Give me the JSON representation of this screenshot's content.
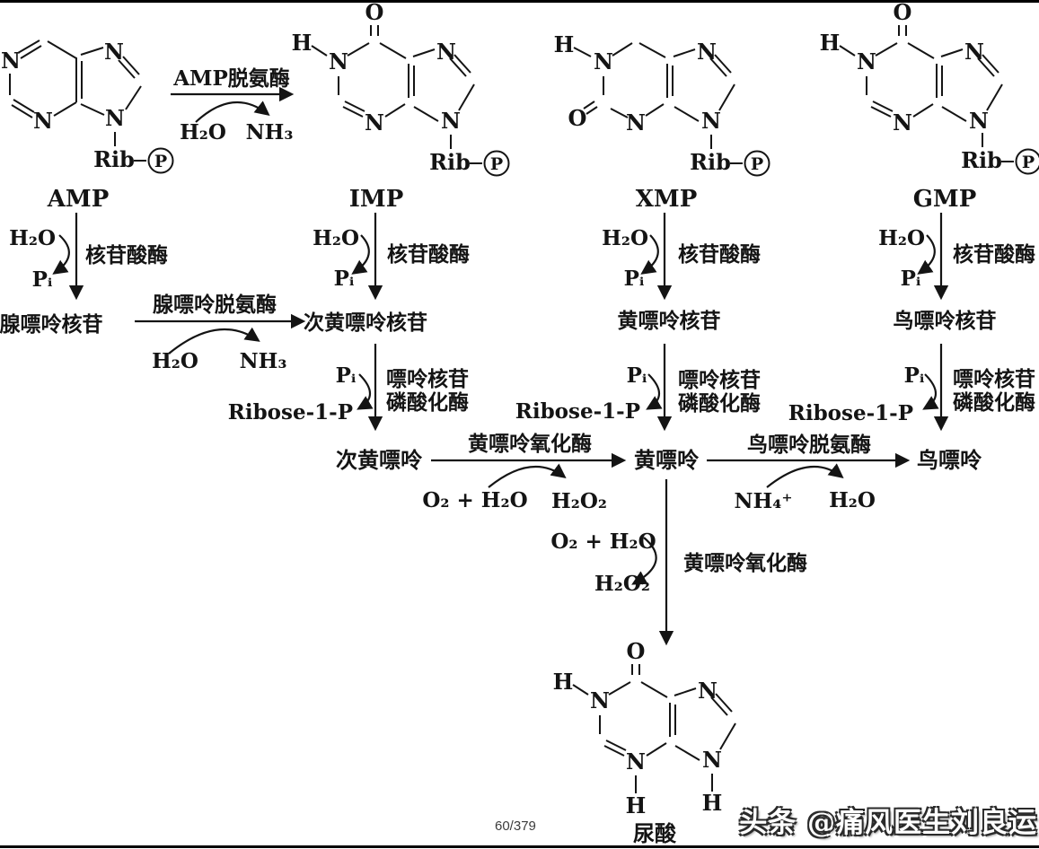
{
  "diagram": {
    "atoms": {
      "n": "N",
      "o": "O",
      "h": "H",
      "p": "P",
      "rib": "Rib"
    },
    "nucleotides": {
      "amp": "AMP",
      "imp": "IMP",
      "xmp": "XMP",
      "gmp": "GMP"
    },
    "molecules": {
      "adenosine": "腺嘌呤核苷",
      "inosine": "次黄嘌呤核苷",
      "xanthosine": "黄嘌呤核苷",
      "guanosine": "鸟嘌呤核苷",
      "hypoxanthine": "次黄嘌呤",
      "xanthine": "黄嘌呤",
      "guanine": "鸟嘌呤",
      "uric_acid": "尿酸"
    },
    "enzymes": {
      "amp_deaminase": "AMP脱氨酶",
      "nucleotidase": "核苷酸酶",
      "adenosine_deaminase": "腺嘌呤脱氨酶",
      "pnp_line1": "嘌呤核苷",
      "pnp_line2": "磷酸化酶",
      "xanthine_oxidase": "黄嘌呤氧化酶",
      "guanine_deaminase": "鸟嘌呤脱氨酶"
    },
    "small_molecules": {
      "h2o": "H₂O",
      "nh3": "NH₃",
      "pi": "Pᵢ",
      "ribose1p": "Ribose-1-P",
      "o2_h2o": "O₂ + H₂O",
      "h2o2": "H₂O₂",
      "nh4": "NH₄⁺"
    }
  },
  "footer": {
    "page_number": "60/379",
    "watermark": "头条 @痛风医生刘良运"
  }
}
